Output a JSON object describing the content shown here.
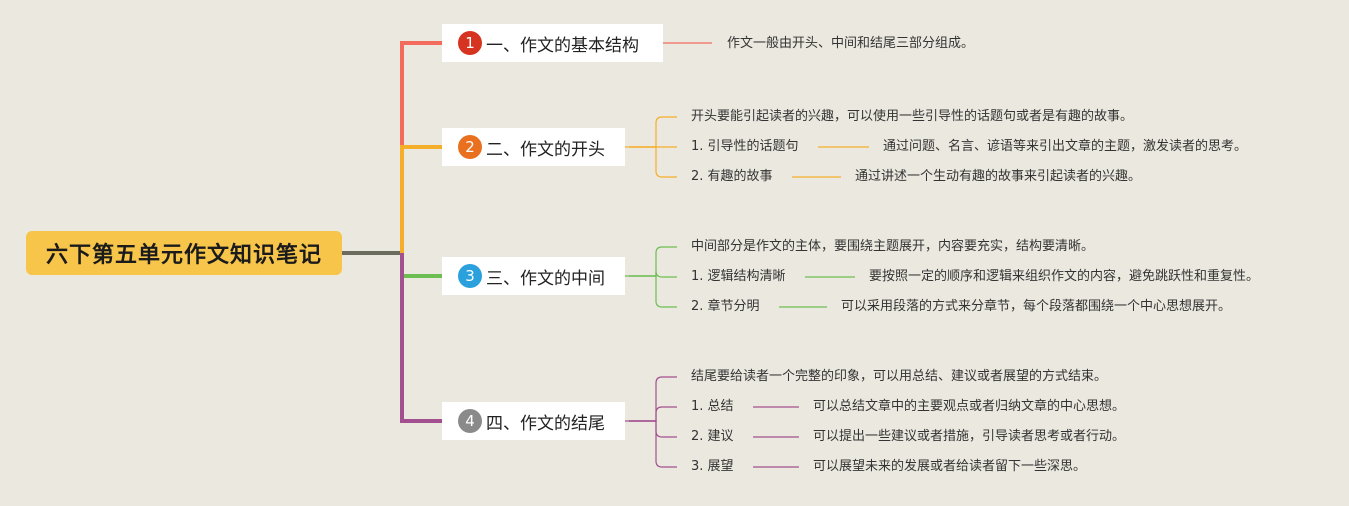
{
  "title": "六下第五单元作文知识笔记",
  "branches": [
    {
      "num": "1",
      "label": "一、作文的基本结构",
      "color": "#f26b5c",
      "badge": "#d63320",
      "lines": [
        {
          "text": "作文一般由开头、中间和结尾三部分组成。"
        }
      ]
    },
    {
      "num": "2",
      "label": "二、作文的开头",
      "color": "#f5ae2a",
      "badge": "#e8701f",
      "lines": [
        {
          "text": "开头要能引起读者的兴趣，可以使用一些引导性的话题句或者是有趣的故事。"
        },
        {
          "text": "1. 引导性的话题句",
          "detail": "通过问题、名言、谚语等来引出文章的主题，激发读者的思考。"
        },
        {
          "text": "2. 有趣的故事",
          "detail": "通过讲述一个生动有趣的故事来引起读者的兴趣。"
        }
      ]
    },
    {
      "num": "3",
      "label": "三、作文的中间",
      "color": "#6dbe52",
      "badge": "#2aa0dc",
      "lines": [
        {
          "text": "中间部分是作文的主体，要围绕主题展开，内容要充实，结构要清晰。"
        },
        {
          "text": "1. 逻辑结构清晰",
          "detail": "要按照一定的顺序和逻辑来组织作文的内容，避免跳跃性和重复性。"
        },
        {
          "text": "2. 章节分明",
          "detail": "可以采用段落的方式来分章节，每个段落都围绕一个中心思想展开。"
        }
      ]
    },
    {
      "num": "4",
      "label": "四、作文的结尾",
      "color": "#a2508f",
      "badge": "#8a8a8a",
      "lines": [
        {
          "text": "结尾要给读者一个完整的印象，可以用总结、建议或者展望的方式结束。"
        },
        {
          "text": "1. 总结",
          "detail": "可以总结文章中的主要观点或者归纳文章的中心思想。"
        },
        {
          "text": "2. 建议",
          "detail": "可以提出一些建议或者措施，引导读者思考或者行动。"
        },
        {
          "text": "3. 展望",
          "detail": "可以展望未来的发展或者给读者留下一些深思。"
        }
      ]
    }
  ]
}
